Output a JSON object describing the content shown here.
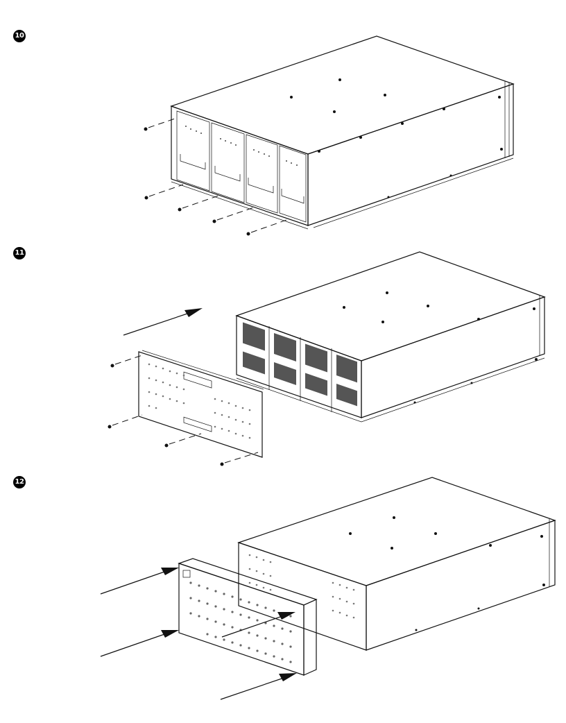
{
  "steps": [
    {
      "number": "10"
    },
    {
      "number": "11"
    },
    {
      "number": "12"
    }
  ]
}
